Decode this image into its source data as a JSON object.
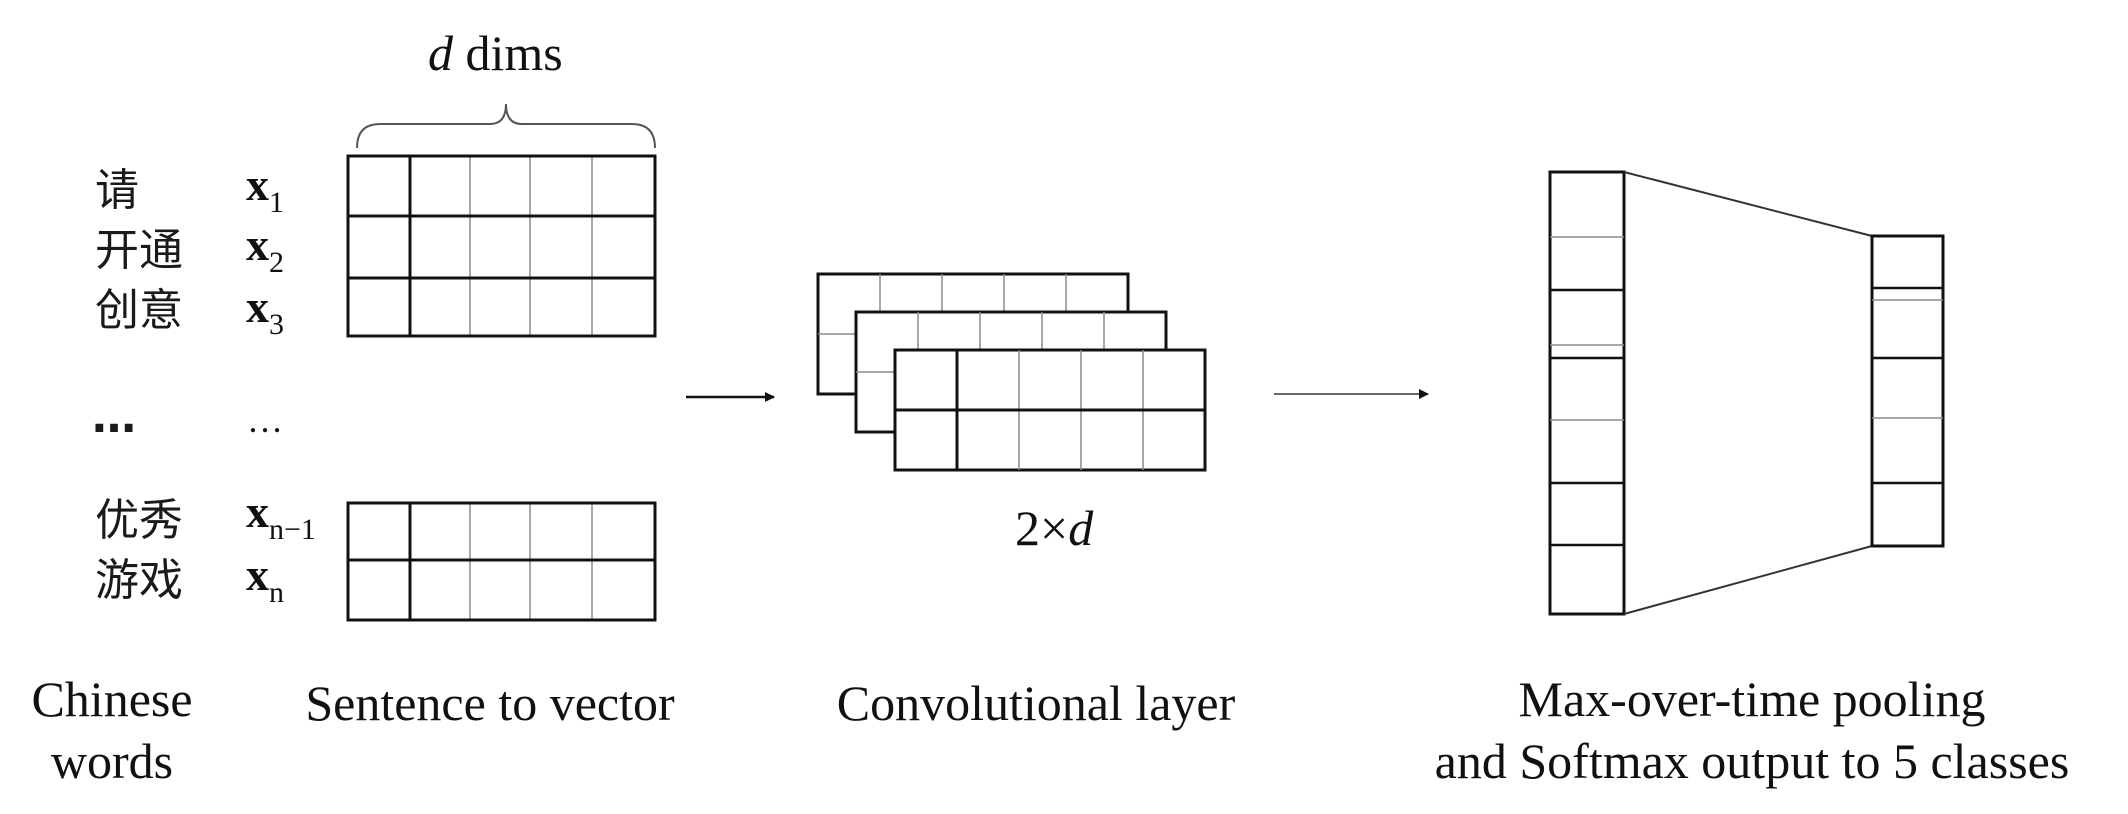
{
  "words": [
    {
      "zh": "请",
      "var": "x",
      "sub": "1"
    },
    {
      "zh": "开通",
      "var": "x",
      "sub": "2"
    },
    {
      "zh": "创意",
      "var": "x",
      "sub": "3"
    },
    {
      "zh": "…",
      "var": "…",
      "sub": ""
    },
    {
      "zh": "优秀",
      "var": "x",
      "sub": "n−1"
    },
    {
      "zh": "游戏",
      "var": "x",
      "sub": "n"
    }
  ],
  "matrix": {
    "dims_var": "d",
    "dims_text": " dims"
  },
  "conv": {
    "size_prefix": "2×",
    "size_var": "d"
  },
  "labels": {
    "chinese_words_line1": "Chinese",
    "chinese_words_line2": "words",
    "sentence_to_vector": "Sentence to vector",
    "convolutional_layer": "Convolutional layer",
    "pooling_line1": "Max-over-time pooling",
    "pooling_line2": "and Softmax output to 5 classes"
  }
}
